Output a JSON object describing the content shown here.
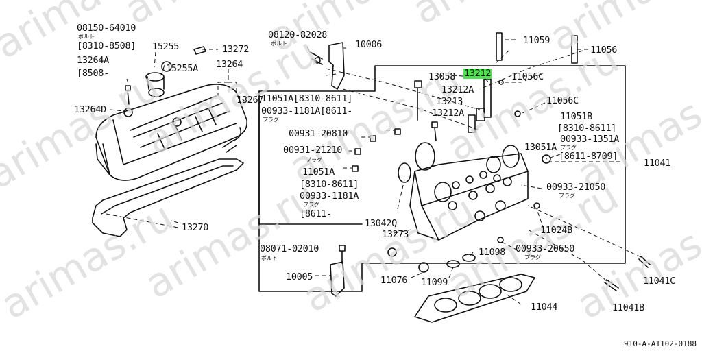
{
  "watermark": "arimas.ru",
  "diagram_code": "910-A-A1102-0188",
  "highlight_color": "#4ee34e",
  "labels": {
    "p08150": "08150-64010",
    "p08150_sub": "ボルト",
    "p08150_r1": "[8310-8508]",
    "p13264A": "13264A",
    "p13264A_r": "[8508-",
    "p13264D": "13264D",
    "p15255": "15255",
    "p15255A": "15255A",
    "p13272": "13272",
    "p13264": "13264",
    "p13267": "13267",
    "p13270": "13270",
    "p08120": "08120-82028",
    "p08120_sub": "ボルト",
    "p10006": "10006",
    "p11051A_1": "11051A[8310-8611]",
    "p00933_1181A_1": "00933-1181A[8611-",
    "plug1": "プラグ",
    "p00931_20810": "00931-20810",
    "p00931_21210": "00931-21210",
    "plug2": "プラグ",
    "p11051A_2": "11051A",
    "p11051A_2r": "[8310-8611]",
    "p00933_1181A_2": "00933-1181A",
    "plug3": "プラグ",
    "p8611_2": "[8611-",
    "p13058": "13058",
    "p13212": "13212",
    "p13212A_1": "13212A",
    "p13213": "13213",
    "p13212A_2": "13212A",
    "p11059": "11059",
    "p11056": "11056",
    "p11056C_1": "11056C",
    "p11056C_2": "11056C",
    "p11051B": "11051B",
    "p11051B_r": "[8310-8611]",
    "p00933_1351A": "00933-1351A",
    "plug4": "プラグ",
    "p13051A": "13051A",
    "p8611_8709": "[8611-8709]",
    "p11041": "11041",
    "p00933_21050": "00933-21050",
    "plug5": "プラグ",
    "p13042Q": "13042Q",
    "p13273": "13273",
    "p11024B": "11024B",
    "p00933_20650": "00933-20650",
    "plug6": "プラグ",
    "p11098": "11098",
    "p08071": "08071-02010",
    "p08071_sub": "ボルト",
    "p10005": "10005",
    "p11076": "11076",
    "p11099": "11099",
    "p11041C": "11041C",
    "p11041B": "11041B",
    "p11044": "11044"
  }
}
